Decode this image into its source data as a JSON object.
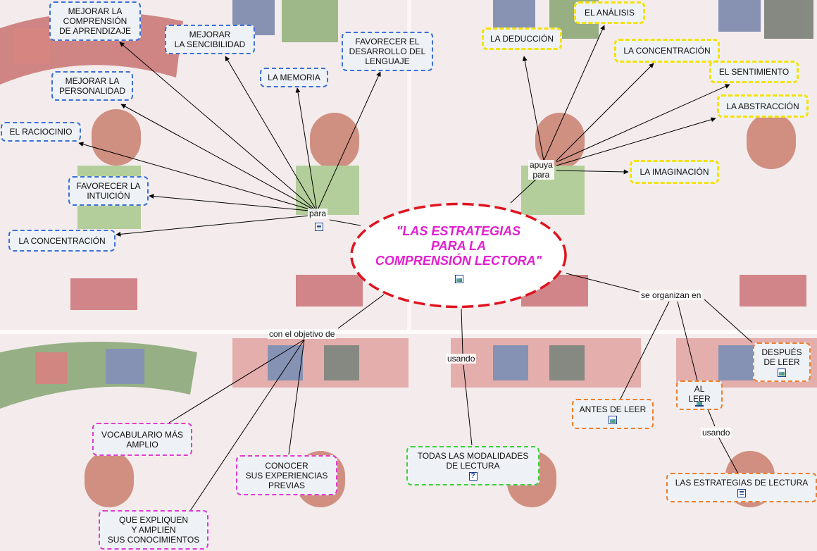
{
  "main": {
    "title": "\"LAS ESTRATEGIAS\nPARA LA\nCOMPRENSIÓN LECTORA\"",
    "icon": "image-resource-icon"
  },
  "linking_phrases": {
    "para": "para",
    "apuya_para": "apuya\npara",
    "se_organizan_en": "se organizan en",
    "con_el_objetivo_de": "con el objetivo de",
    "usando_1": "usando",
    "usando_2": "usando"
  },
  "left_group": [
    "MEJORAR LA\nCOMPRENSIÓN\nDE APRENDIZAJE",
    "MEJORAR\nLA SENCIBILIDAD",
    "LA MEMORIA",
    "FAVORECER EL\nDESARROLLO DEL\nLENGUAJE",
    "MEJORAR LA\nPERSONALIDAD",
    "EL RACIOCINIO",
    "FAVORECER LA\nINTUICIÓN",
    "LA CONCENTRACIÓN"
  ],
  "right_group": [
    "LA DEDUCCIÓN",
    "EL ANÁLISIS",
    "LA CONCENTRACIÓN",
    "EL SENTIMIENTO",
    "LA ABSTRACCIÓN",
    "LA IMAGINACIÓN"
  ],
  "objective_group": [
    "VOCABULARIO MÁS\nAMPLIO",
    "CONOCER\nSUS EXPERIENCIAS\nPREVIAS",
    "QUE EXPLIQUEN\nY AMPLIEN\nSUS CONOCIMIENTOS"
  ],
  "modalities": "TODAS LAS MODALIDADES\nDE LECTURA",
  "stages": {
    "antes": "ANTES DE LEER",
    "al": "AL LEER",
    "despues": "DESPUÉS\nDE LEER",
    "estrategias": "LAS ESTRATEGIAS DE LECTURA"
  },
  "colors": {
    "blue_border": "#3f6fd6",
    "yellow_border": "#f4e200",
    "pink_border": "#e03ccf",
    "green_border": "#3fd03f",
    "orange_border": "#ee7f2a",
    "main_border": "#e0131f",
    "main_text": "#e21fd0"
  }
}
